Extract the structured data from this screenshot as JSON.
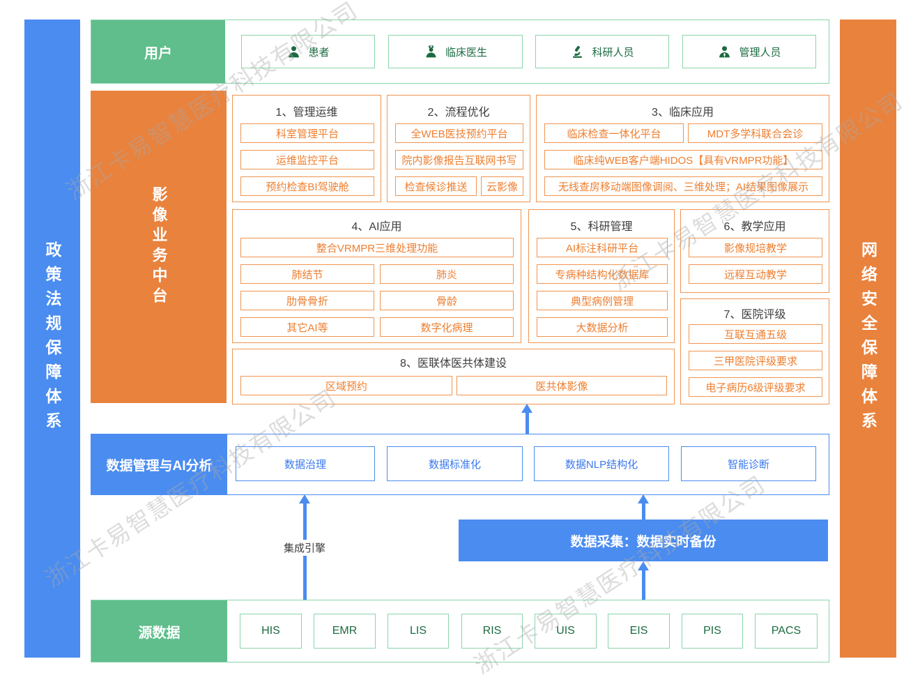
{
  "watermark": {
    "text": "浙江卡易智慧医疗科技有限公司"
  },
  "side_bars": {
    "left": "政策法规保障体系",
    "right": "网络安全保障体系"
  },
  "users": {
    "label": "用户",
    "items": [
      {
        "label": "患者",
        "icon": "patient-icon"
      },
      {
        "label": "临床医生",
        "icon": "doctor-icon"
      },
      {
        "label": "科研人员",
        "icon": "microscope-icon"
      },
      {
        "label": "管理人员",
        "icon": "manager-icon"
      }
    ]
  },
  "platform": {
    "label": "影像业务中台",
    "sections": {
      "s1": {
        "title": "1、管理运维",
        "items": [
          "科室管理平台",
          "运维监控平台",
          "预约检查BI驾驶舱"
        ]
      },
      "s2": {
        "title": "2、流程优化",
        "items": [
          "全WEB医技预约平台",
          "院内影像报告互联网书写",
          "检查候诊推送",
          "云影像"
        ]
      },
      "s3": {
        "title": "3、临床应用",
        "items": [
          "临床检查一体化平台",
          "MDT多学科联合会诊",
          "临床纯WEB客户端HIDOS【具有VRMPR功能】",
          "无线查房移动端图像调阅、三维处理；AI结果图像展示"
        ]
      },
      "s4": {
        "title": "4、AI应用",
        "items": [
          "整合VRMPR三维处理功能",
          "肺结节",
          "肺炎",
          "肋骨骨折",
          "骨龄",
          "其它AI等",
          "数字化病理"
        ]
      },
      "s5": {
        "title": "5、科研管理",
        "items": [
          "AI标注科研平台",
          "专病种结构化数据库",
          "典型病例管理",
          "大数据分析"
        ]
      },
      "s6": {
        "title": "6、教学应用",
        "items": [
          "影像规培教学",
          "远程互动教学"
        ]
      },
      "s7": {
        "title": "7、医院评级",
        "items": [
          "互联互通五级",
          "三甲医院评级要求",
          "电子病历6级评级要求"
        ]
      },
      "s8": {
        "title": "8、医联体医共体建设",
        "items": [
          "区域预约",
          "医共体影像"
        ]
      }
    }
  },
  "data_mgmt": {
    "label": "数据管理与AI分析",
    "items": [
      "数据治理",
      "数据标准化",
      "数据NLP结构化",
      "智能诊断"
    ]
  },
  "integration": {
    "engine_label": "集成引擎",
    "collection_label": "数据采集：数据实时备份"
  },
  "source_data": {
    "label": "源数据",
    "items": [
      "HIS",
      "EMR",
      "LIS",
      "RIS",
      "UIS",
      "EIS",
      "PIS",
      "PACS"
    ]
  },
  "colors": {
    "blue": "#4a8cf0",
    "blue_text": "#3a78ee",
    "orange_fill": "#e9823d",
    "orange_border": "#f0944f",
    "orange_text": "#ee7e2e",
    "green_fill": "#5fbe8c",
    "green_border": "#8ad4ab",
    "green_text": "#1c6b40",
    "title_text": "#3d3d3d"
  }
}
